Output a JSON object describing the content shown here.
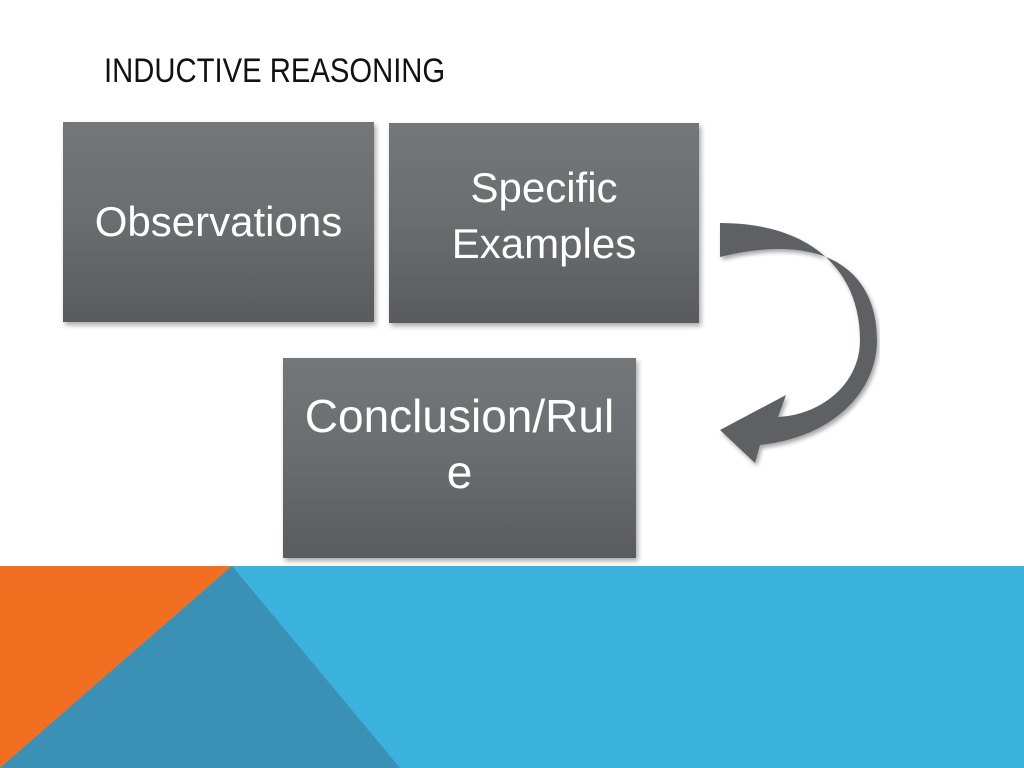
{
  "slide": {
    "title": "INDUCTIVE REASONING"
  },
  "boxes": {
    "observations": "Observations",
    "examples": "Specific Examples",
    "conclusion": "Conclusion/Rule"
  },
  "colors": {
    "box_fill": "#6a6d70",
    "arrow_fill": "#5e6164",
    "footer_blue": "#3ab2dd",
    "footer_teal": "#3a90b5",
    "footer_orange": "#f26f21"
  }
}
